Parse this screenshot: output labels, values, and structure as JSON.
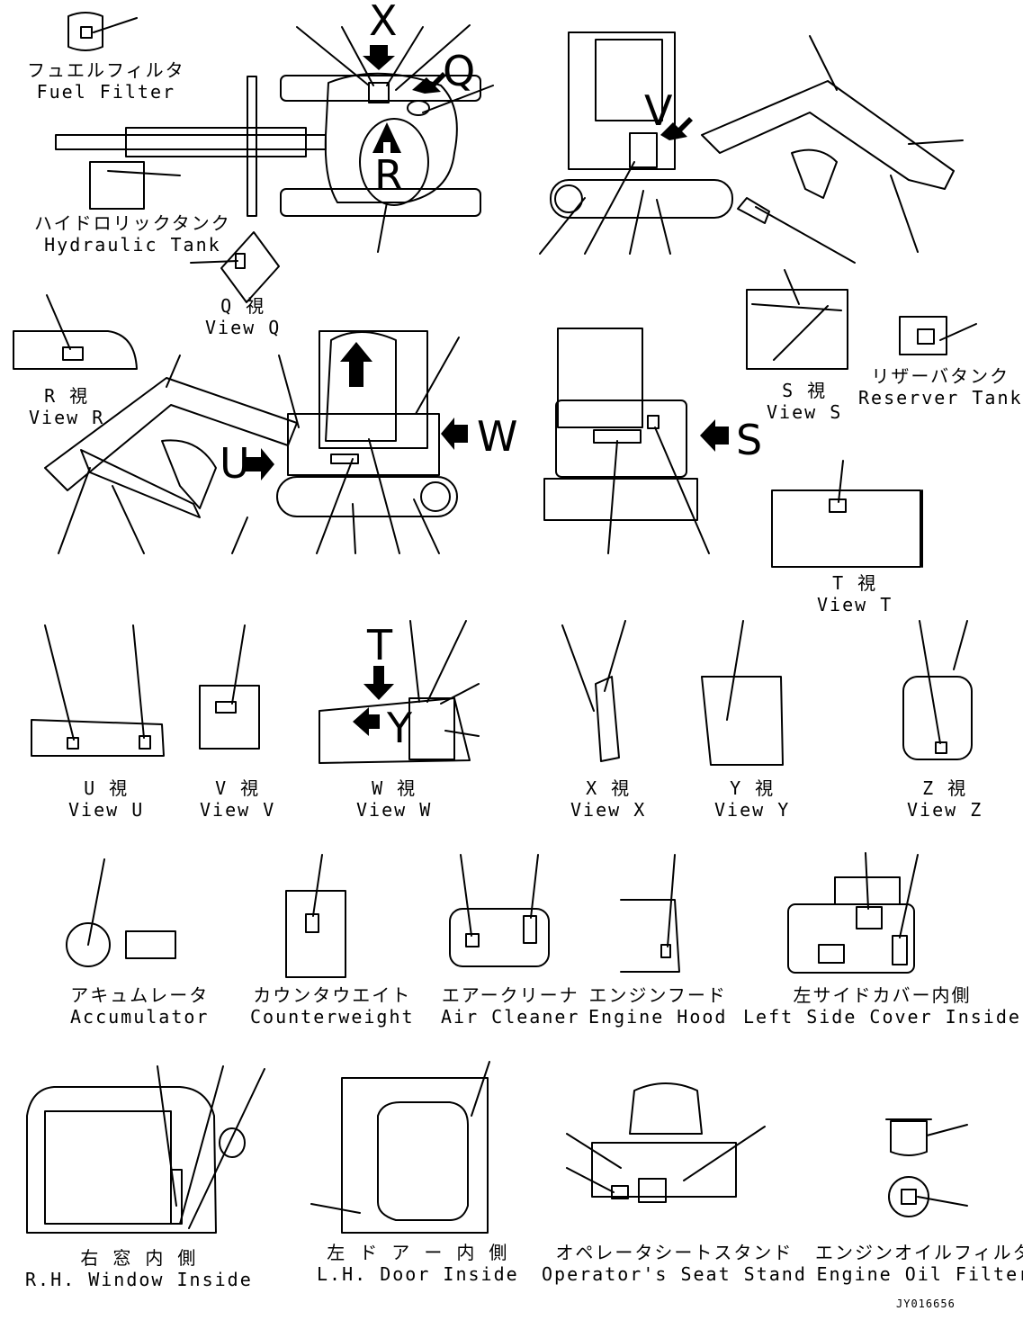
{
  "callouts": {
    "fuel_filter": {
      "jp": "フュエルフィルタ",
      "en": "Fuel Filter"
    },
    "hydraulic_tank": {
      "jp": "ハイドロリックタンク",
      "en": "Hydraulic Tank"
    },
    "view_q": {
      "jp": "Q 視",
      "en": "View Q"
    },
    "view_r": {
      "jp": "R 視",
      "en": "View R"
    },
    "view_s": {
      "jp": "S 視",
      "en": "View S"
    },
    "reserver_tank": {
      "jp": "リザーバタンク",
      "en": "Reserver Tank"
    },
    "view_t": {
      "jp": "T 視",
      "en": "View T"
    },
    "view_u": {
      "jp": "U 視",
      "en": "View U"
    },
    "view_v": {
      "jp": "V 視",
      "en": "View V"
    },
    "view_w": {
      "jp": "W 視",
      "en": "View W"
    },
    "view_x": {
      "jp": "X 視",
      "en": "View X"
    },
    "view_y": {
      "jp": "Y 視",
      "en": "View Y"
    },
    "view_z": {
      "jp": "Z 視",
      "en": "View Z"
    },
    "accumulator": {
      "jp": "アキュムレータ",
      "en": "Accumulator"
    },
    "counterweight": {
      "jp": "カウンタウエイト",
      "en": "Counterweight"
    },
    "air_cleaner": {
      "jp": "エアークリーナ",
      "en": "Air Cleaner"
    },
    "engine_hood": {
      "jp": "エンジンフード",
      "en": "Engine Hood"
    },
    "left_side_cover": {
      "jp": "左サイドカバー内側",
      "en": "Left Side Cover Inside"
    },
    "rh_window": {
      "jp": "右 窓 内 側",
      "en": "R.H. Window Inside"
    },
    "lh_door": {
      "jp": "左 ド ア ー 内 側",
      "en": "L.H. Door Inside"
    },
    "seat_stand": {
      "jp": "オペレータシートスタンド",
      "en": "Operator's Seat Stand"
    },
    "engine_oil_filter": {
      "jp": "エンジンオイルフィルタ",
      "en": "Engine Oil Filter"
    }
  },
  "view_letters": {
    "x": "X",
    "q": "Q",
    "r": "R",
    "v": "V",
    "w": "W",
    "u": "U",
    "s": "S",
    "t": "T",
    "y": "Y"
  },
  "drawing_code": "JY016656"
}
